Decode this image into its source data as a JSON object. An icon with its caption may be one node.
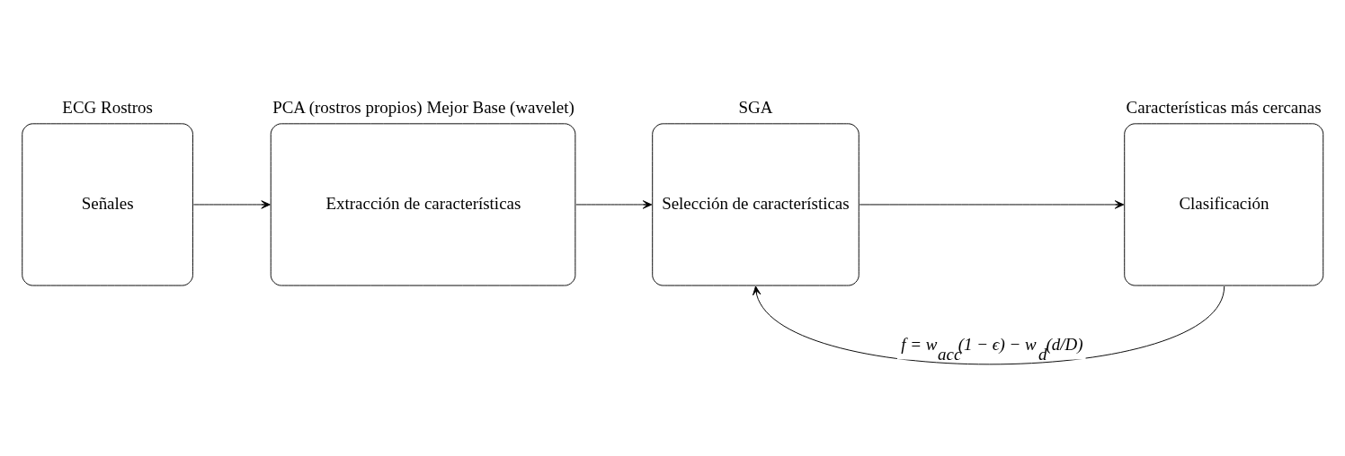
{
  "diagram": {
    "nodes": [
      {
        "text": [
          "ECG Rostros",
          "Señales"
        ]
      },
      {
        "text": [
          "PCA (rostros propios) Mejor Base (wavelet)",
          "Extracción de características"
        ]
      },
      {
        "text": [
          "SGA",
          "Selección de características"
        ]
      },
      {
        "text": [
          "Características más cercanas",
          "Clasificación"
        ]
      }
    ],
    "edges": [
      {
        "from": 0,
        "to": 1,
        "arrow": "to"
      },
      {
        "from": 1,
        "to": 2,
        "arrow": "to"
      },
      {
        "from": 2,
        "to": 3,
        "arrow": "to"
      },
      {
        "from": 3,
        "to": 2,
        "arrow": "to",
        "label": "f = w$_{acc}$(1 − ϵ) − w$_{d}$(d/D)"
      }
    ]
  }
}
